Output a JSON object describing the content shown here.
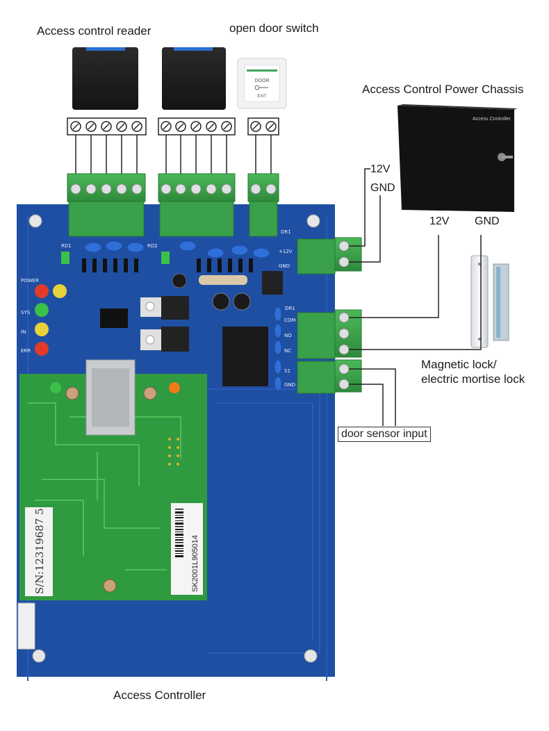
{
  "labels": {
    "reader": "Access control reader",
    "door_switch": "open door switch",
    "power_chassis": "Access Control Power Chassis",
    "chassis_12v": "12V",
    "chassis_gnd": "GND",
    "lock_12v": "12V",
    "lock_gnd": "GND",
    "mag_lock_line1": "Magnetic lock/",
    "mag_lock_line2": "electric mortise lock",
    "door_sensor": "door sensor input",
    "controller": "Access Controller"
  },
  "device_text": {
    "exit_button_top": "DOOR",
    "exit_button_bottom": "EXIT",
    "chassis_plate": "Access Controller",
    "serial_number": "S/N:12319687 5",
    "barcode_text": "SK2001L905014"
  },
  "board_text": {
    "rd1": "RD1",
    "rd2": "RD2",
    "dr1_top": "DR1",
    "dr1_mid": "DR1",
    "power": "POWER",
    "sys": "SYS",
    "in": "IN",
    "err": "ERR",
    "plus12v": "+12V",
    "gnd": "GND",
    "com": "COM",
    "no": "NO",
    "nc": "NC",
    "s1": "S1",
    "gnd2": "GND"
  },
  "colors": {
    "pcb": "#1f4fa3",
    "terminal": "#3aa04a",
    "module": "#2f9a3f",
    "reader": "#1e1e1e",
    "reader_strip": "#2b6fd6"
  }
}
